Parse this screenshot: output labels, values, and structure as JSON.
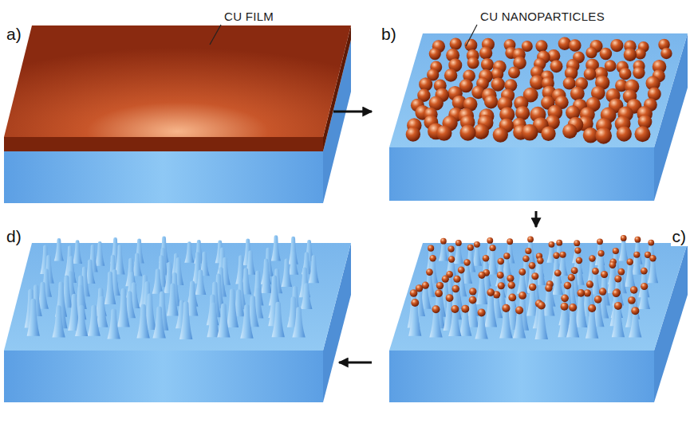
{
  "diagram": {
    "nodes": [
      {
        "text": [
          "a)"
        ]
      },
      {
        "text": [
          "b)"
        ]
      },
      {
        "text": [
          "c)"
        ]
      },
      {
        "text": [
          "d)"
        ]
      }
    ],
    "edges": [
      {
        "from": 0,
        "to": 1,
        "arrow": "to"
      },
      {
        "from": 1,
        "to": 2,
        "arrow": "to"
      },
      {
        "from": 2,
        "to": 3,
        "arrow": "to"
      }
    ],
    "labels": [
      "CU FILM",
      "CU NANOPARTICLES"
    ]
  }
}
